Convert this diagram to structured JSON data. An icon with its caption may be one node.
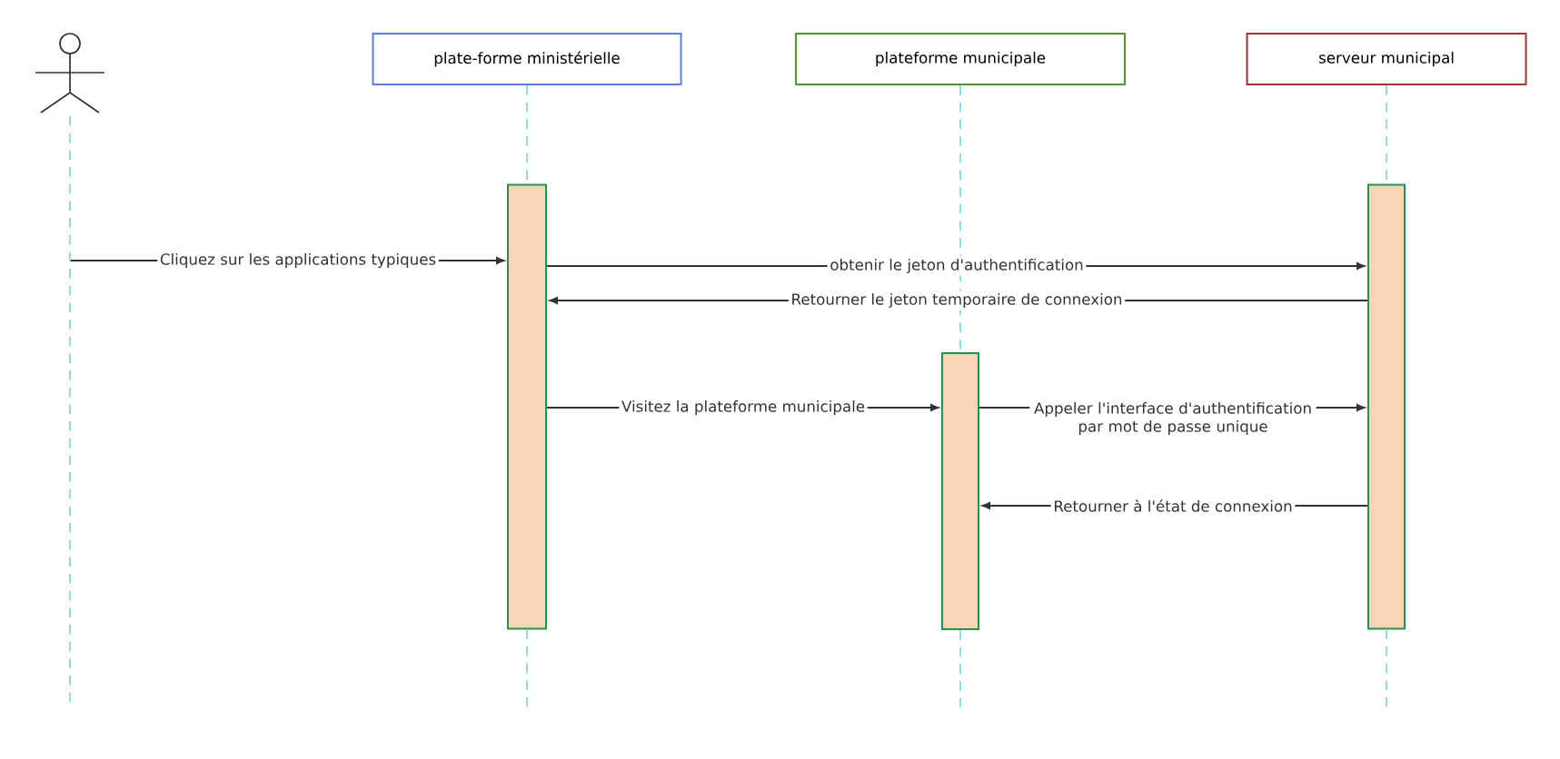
{
  "diagram": {
    "nodes": [
      {
        "text": [],
        "shape": "person"
      },
      {
        "text": [
          "plate-forme ministérielle"
        ]
      },
      {
        "text": [
          "plateforme municipale"
        ]
      },
      {
        "text": [
          "serveur municipal"
        ]
      },
      {
        "text": [],
        "shape": "bar"
      },
      {
        "text": [],
        "shape": "bar"
      },
      {
        "text": [],
        "shape": "bar"
      }
    ],
    "edges": [
      {
        "from": null,
        "to": 4,
        "arrow": "to",
        "label": "Cliquez sur les applications typiques"
      },
      {
        "from": 4,
        "to": 6,
        "arrow": "to",
        "label": "obtenir le jeton d'authentification"
      },
      {
        "from": 6,
        "to": 4,
        "arrow": "to",
        "label": "Retourner le jeton temporaire de connexion"
      },
      {
        "from": 4,
        "to": 5,
        "arrow": "to",
        "label": "Visitez la plateforme municipale"
      },
      {
        "from": 5,
        "to": 6,
        "arrow": "to",
        "label": "Appeler l'interface d'authentification par mot de passe unique"
      },
      {
        "from": 6,
        "to": 5,
        "arrow": "to",
        "label": "Retourner à l'état de connexion"
      },
      {
        "from": 0,
        "to": null,
        "arrow": "none",
        "style": "dashed",
        "color": "#8fdde2"
      },
      {
        "from": 1,
        "to": 4,
        "arrow": "none",
        "style": "dashed",
        "color": "#8fdde2"
      },
      {
        "from": 2,
        "to": 5,
        "arrow": "none",
        "style": "dashed",
        "color": "#8fdde2"
      },
      {
        "from": 3,
        "to": 6,
        "arrow": "none",
        "style": "dashed",
        "color": "#8fdde2"
      }
    ]
  }
}
